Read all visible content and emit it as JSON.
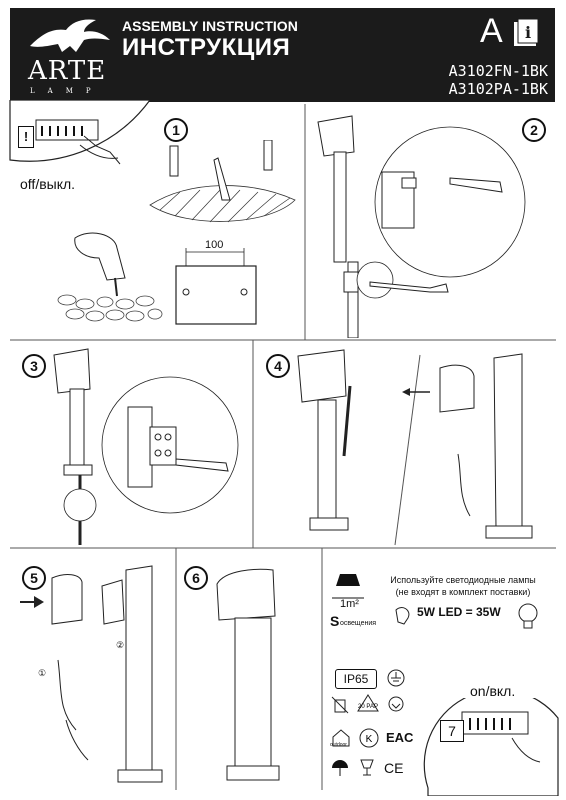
{
  "header": {
    "brand": "ARTE",
    "brand_sub": "LAMP",
    "subtitle": "ASSEMBLY INSTRUCTION",
    "title": "ИНСТРУКЦИЯ",
    "lang_letter": "A",
    "manual_icon": "info-book-icon",
    "models": [
      "A3102FN-1BK",
      "A3102PA-1BK"
    ]
  },
  "power_off": {
    "label": "off/выкл.",
    "warn": "!"
  },
  "power_on": {
    "label": "on/вкл.",
    "step": "7"
  },
  "steps": [
    "1",
    "2",
    "3",
    "4",
    "5",
    "6"
  ],
  "step1": {
    "distance": "100"
  },
  "step5": {
    "marker_1": "①",
    "marker_2": "②"
  },
  "lamp_info": {
    "note_line1": "Используйте светодиодные лампы",
    "note_line2": "(не входят в комплект поставки)",
    "equivalence": "5W LED = 35W",
    "area": "1m²",
    "area_prefix": "S",
    "area_sub": "освещения"
  },
  "symbols": {
    "ip": "IP65",
    "recycle": "20 PAP",
    "eac": "EAC",
    "ce": "CE",
    "outdoor": "outdoor"
  }
}
